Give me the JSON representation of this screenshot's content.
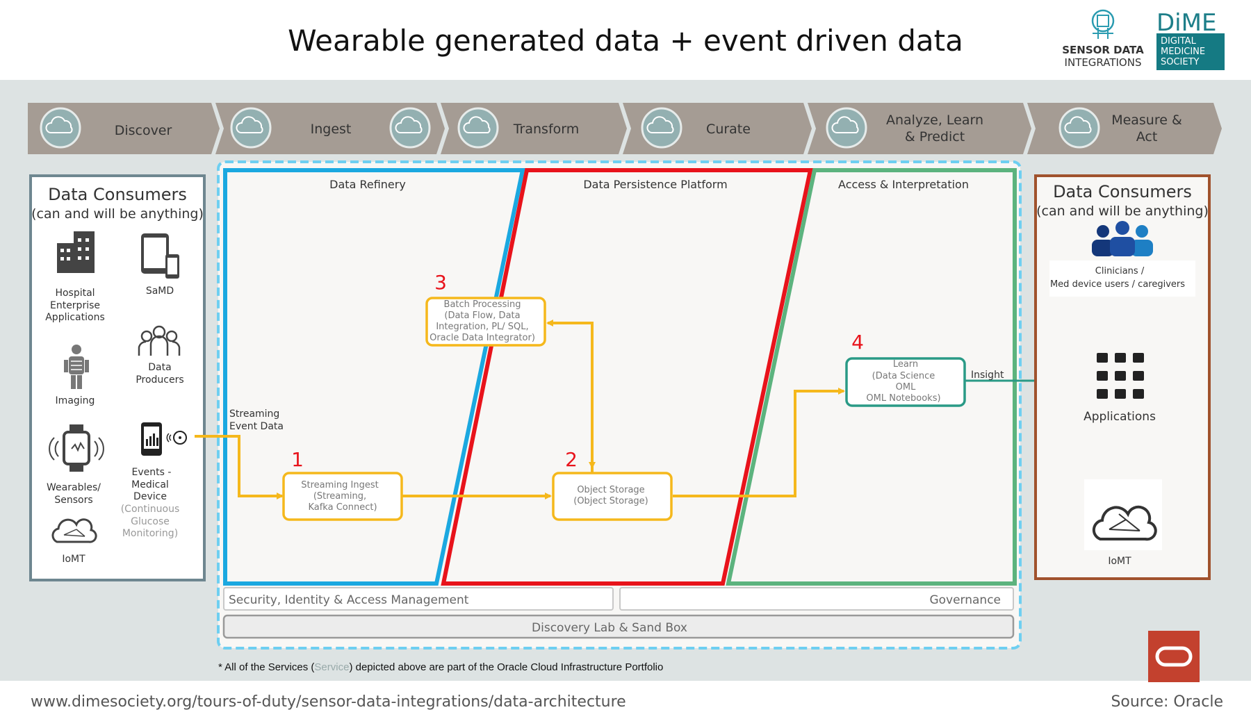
{
  "header": {
    "title": "Wearable generated data + event driven data",
    "logo_sdi_line1": "SENSOR DATA",
    "logo_sdi_line2": "INTEGRATIONS",
    "logo_dime_wordmark": "DiME",
    "logo_dime_line1": "DIGITAL",
    "logo_dime_line2": "MEDICINE",
    "logo_dime_line3": "SOCIETY"
  },
  "pipeline": {
    "steps": [
      {
        "label": "Discover",
        "icon": "cloud-search-icon"
      },
      {
        "label": "Ingest",
        "icon": "cloud-icon"
      },
      {
        "label": "Transform",
        "icon": "cloud-flask-icon"
      },
      {
        "label": "Curate",
        "icon": "cloud-factory-icon"
      },
      {
        "label_line1": "Analyze, Learn",
        "label_line2": "& Predict",
        "icon": "cloud-gear-icon"
      },
      {
        "label_line1": "Measure &",
        "label_line2": "Act",
        "icon": "cloud-chart-icon"
      }
    ]
  },
  "left_panel": {
    "title": "Data Consumers",
    "subtitle": "(can and will be anything)",
    "items": {
      "hospital_l1": "Hospital",
      "hospital_l2": "Enterprise",
      "hospital_l3": "Applications",
      "samd": "SaMD",
      "imaging": "Imaging",
      "producers_l1": "Data",
      "producers_l2": "Producers",
      "wearables_l1": "Wearables/",
      "wearables_l2": "Sensors",
      "events_l1": "Events    -",
      "events_l2": "Medical",
      "events_l3": "Device",
      "events_l4": "(Continuous",
      "events_l5": "Glucose",
      "events_l6": "Monitoring)",
      "iomt": "IoMT"
    }
  },
  "zones": {
    "refinery": "Data Refinery",
    "persistence": "Data Persistence Platform",
    "access": "Access & Interpretation"
  },
  "flow": {
    "streaming_label_l1": "Streaming",
    "streaming_label_l2": "Event Data",
    "step1_num": "1",
    "step1_l1": "Streaming Ingest",
    "step1_l2": "(Streaming,",
    "step1_l3": "Kafka Connect)",
    "step2_num": "2",
    "step2_l1": "Object Storage",
    "step2_l2": "(Object Storage)",
    "step3_num": "3",
    "step3_l1": "Batch Processing",
    "step3_l2": "(Data Flow,  Data",
    "step3_l3": "Integration, PL/ SQL,",
    "step3_l4": "Oracle Data Integrator)",
    "step4_num": "4",
    "step4_l1": "Learn",
    "step4_l2": "(Data Science",
    "step4_l3": "OML",
    "step4_l4": "OML Notebooks)",
    "insight": "Insight"
  },
  "bars": {
    "security": "Security, Identity & Access Management",
    "governance": "Governance",
    "discovery": "Discovery Lab & Sand Box"
  },
  "right_panel": {
    "title": "Data Consumers",
    "subtitle": "(can and will be anything)",
    "clinicians_l1": "Clinicians /",
    "clinicians_l2": "Med device users / caregivers",
    "applications": "Applications",
    "iomt": "IoMT"
  },
  "footnote": {
    "before": "* All of the Services (",
    "service": "Service",
    "after": ") depicted above are part of the Oracle Cloud Infrastructure Portfolio"
  },
  "footer": {
    "url": "www.dimesociety.org/tours-of-duty/sensor-data-integrations/data-architecture",
    "source": "Source: Oracle"
  },
  "colors": {
    "refinery": "#1ba8e0",
    "persistence": "#e8131b",
    "access": "#5cb37e",
    "flow": "#f5b81c",
    "learn": "#2a9a86",
    "right_border": "#a0522d",
    "pipeline": "#a59c94",
    "oracle": "#c3412e"
  }
}
